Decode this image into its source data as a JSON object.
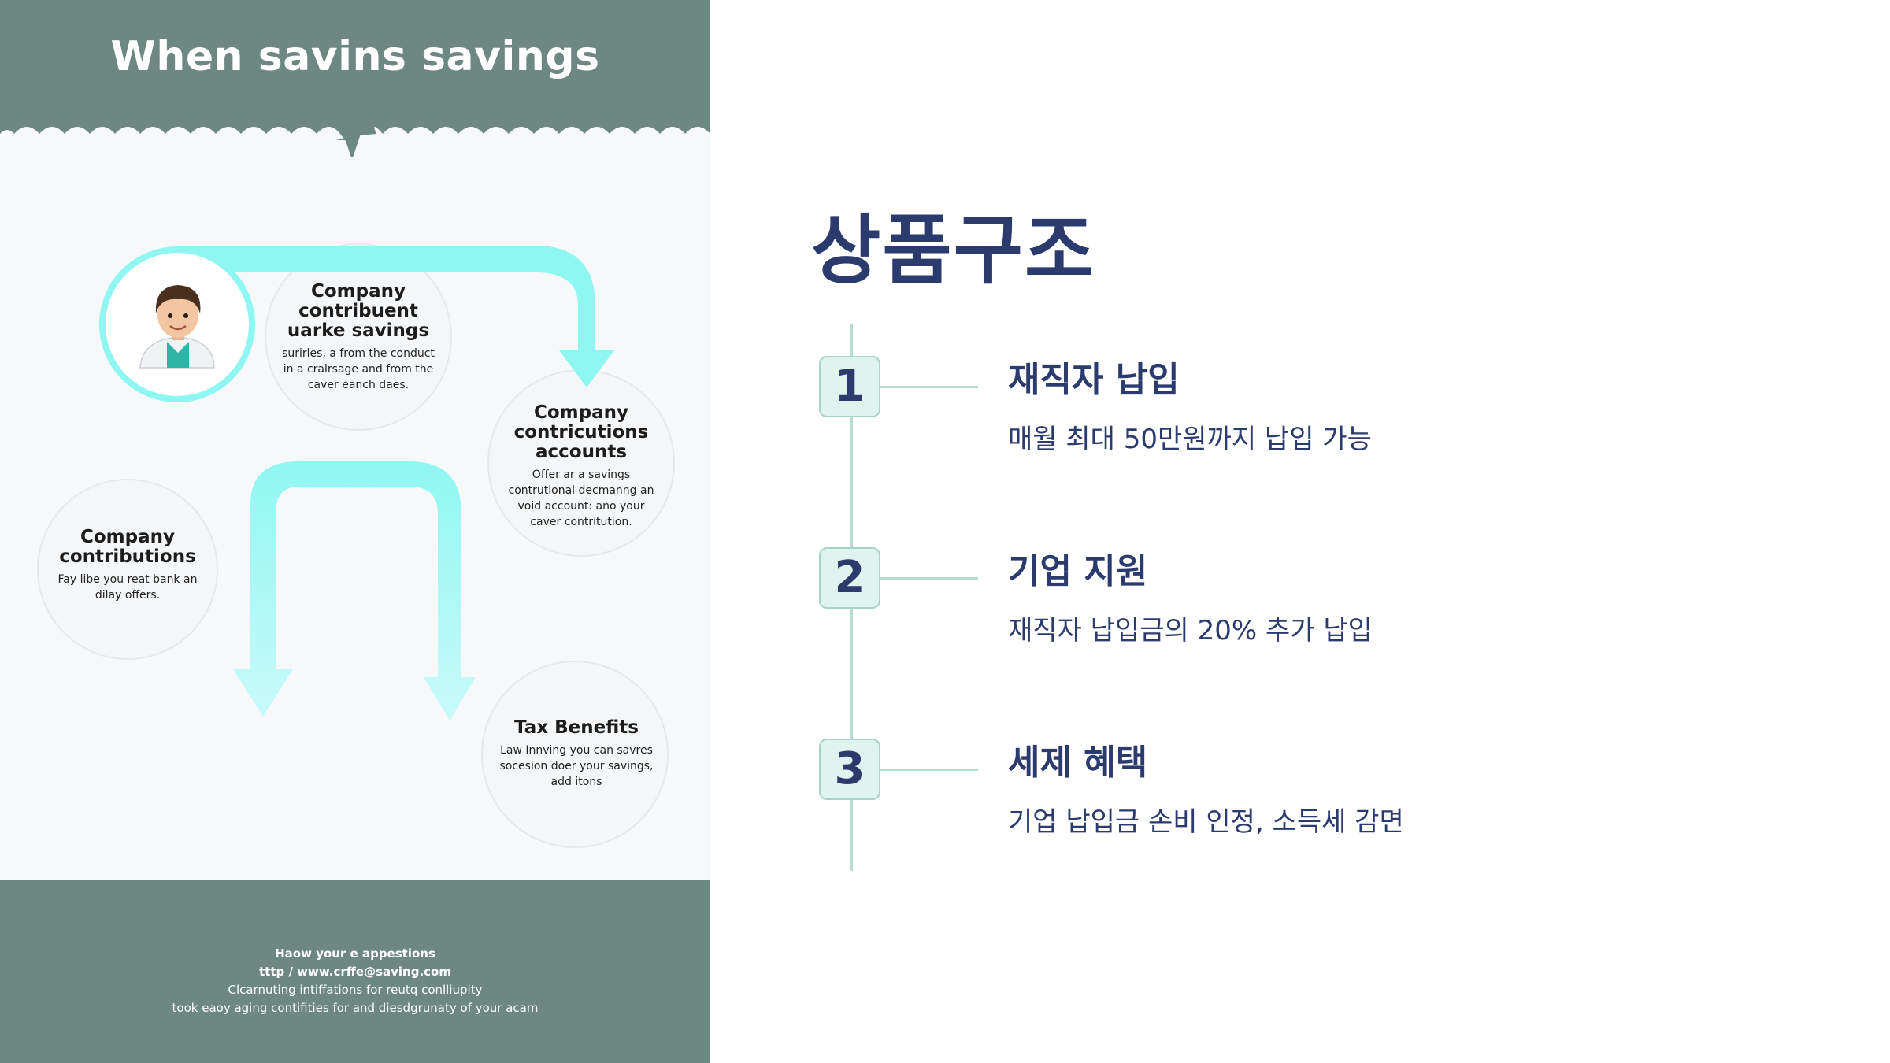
{
  "infographic": {
    "header_title": "When savins savings",
    "nodes": [
      {
        "title": "Company contribuent uarke savings",
        "body": "surirles, a from the conduct in a cralrsage and from the caver eanch daes."
      },
      {
        "title": "Company contricutions accounts",
        "body": "Offer ar a savings contrutional decmanng an void account: ano your caver contritution."
      },
      {
        "title": "Company contributions",
        "body": "Fay libe you reat bank an dilay offers."
      },
      {
        "title": "Tax Benefits",
        "body": "Law Innving you can savres socesion doer your savings, add itons"
      }
    ],
    "footer_lines": [
      "Haow your e appestions",
      "tttp / www.crffe@saving.com",
      "Clcarnuting intiffations for reutq conlliupity",
      "took eaoy aging contifities for and diesdgrunaty of your acam"
    ],
    "icons": [
      "person-avatar-icon",
      "arrow-down-icon"
    ],
    "colors": {
      "band": "#6d8783",
      "arrow": "#8ff7f2",
      "panel": "#f7f8f9"
    }
  },
  "section": {
    "heading": "상품구조",
    "steps": [
      {
        "number": "1",
        "title": "재직자 납입",
        "desc": "매월 최대 50만원까지 납입 가능"
      },
      {
        "number": "2",
        "title": "기업 지원",
        "desc": "재직자 납입금의 20% 추가 납입"
      },
      {
        "number": "3",
        "title": "세제 혜택",
        "desc": "기업 납입금 손비 인정, 소득세 감면"
      }
    ],
    "colors": {
      "text": "#2c3b6e",
      "badge_bg": "#e0f4ef",
      "line": "#b7ddd3"
    }
  }
}
